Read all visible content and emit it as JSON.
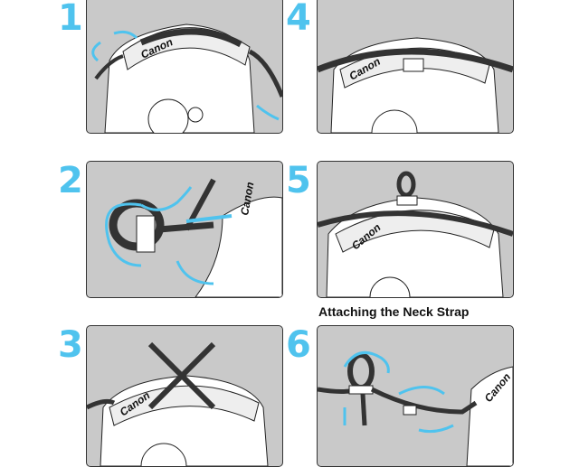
{
  "steps": [
    {
      "number": "1"
    },
    {
      "number": "2"
    },
    {
      "number": "3"
    },
    {
      "number": "4"
    },
    {
      "number": "5"
    },
    {
      "number": "6"
    }
  ],
  "caption": "Attaching the Neck Strap",
  "logo_text": "Canon",
  "colors": {
    "accent": "#4fc3ee",
    "panel_bg": "#c9c9c9"
  }
}
